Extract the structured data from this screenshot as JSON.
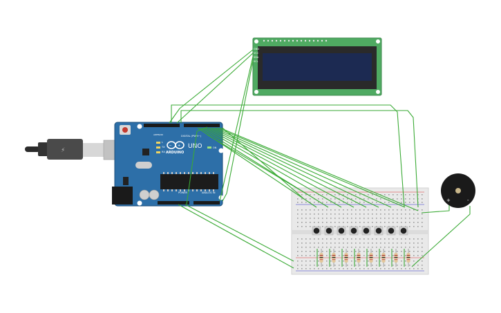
{
  "lcd": {
    "pin_labels": [
      "GND",
      "VCC",
      "SDA",
      "SCL"
    ]
  },
  "arduino": {
    "brand": "ARDUINO",
    "model": "UNO",
    "digital_label": "DIGITAL (PWM~)",
    "power_label": "POWER",
    "analog_label": "ANALOG IN",
    "tx_label": "TX",
    "rx_label": "RX",
    "l_label": "L",
    "on_label": "ON",
    "aref_label": "AREF",
    "gnd_label": "GND"
  },
  "buzzer": {
    "plus_label": "+",
    "minus_label": "-"
  },
  "breadboard": {
    "button_count": 8,
    "resistor_count": 8
  },
  "colors": {
    "wire": "#3aaa35",
    "arduino_board": "#2d6fa8",
    "lcd_board": "#4faa62",
    "lcd_screen": "#1c2a52",
    "breadboard": "#e9e9e9",
    "buzzer": "#1a1a1a"
  }
}
